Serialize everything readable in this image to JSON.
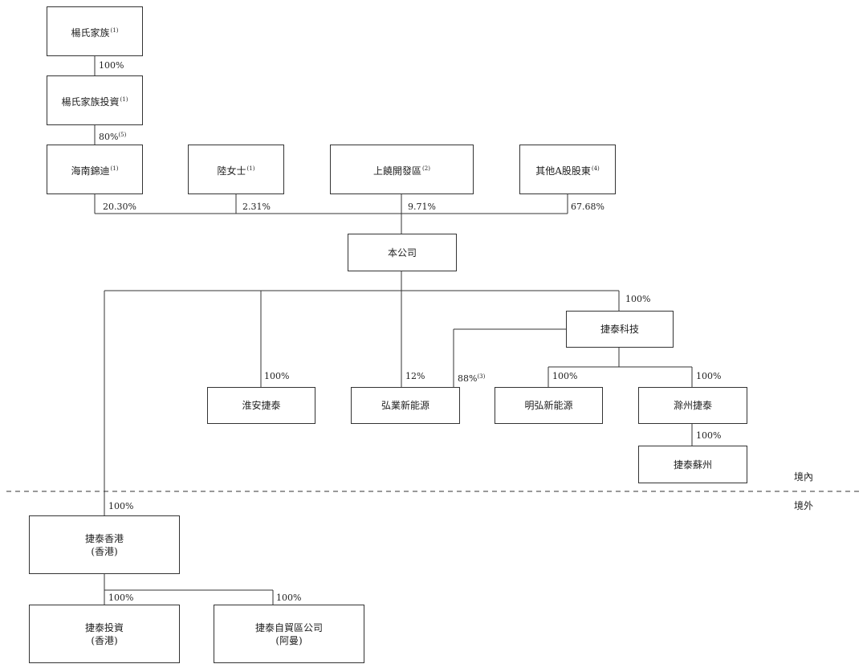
{
  "entities": {
    "yang_family": {
      "name": "楊氏家族",
      "note": "(1)"
    },
    "yang_family_invest": {
      "name": "楊氏家族投資",
      "note": "(1)"
    },
    "hainan_jindi": {
      "name": "海南錦迪",
      "note": "(1)"
    },
    "ms_lu": {
      "name": "陸女士",
      "note": "(1)"
    },
    "shangrao_dev": {
      "name": "上饒開發區",
      "note": "(2)"
    },
    "other_a": {
      "name": "其他A股股東",
      "note": "(4)"
    },
    "company": {
      "name": "本公司"
    },
    "jietai_tech": {
      "name": "捷泰科技"
    },
    "huaian_jietai": {
      "name": "淮安捷泰"
    },
    "hongye": {
      "name": "弘業新能源"
    },
    "minghong": {
      "name": "明弘新能源"
    },
    "chuzhou_jietai": {
      "name": "滁州捷泰"
    },
    "jietai_suzhou": {
      "name": "捷泰蘇州"
    },
    "jietai_hk": {
      "name": "捷泰香港",
      "sub": "(香港)"
    },
    "jietai_invest": {
      "name": "捷泰投資",
      "sub": "(香港)"
    },
    "jietai_ftz": {
      "name": "捷泰自貿區公司",
      "sub": "(阿曼)"
    }
  },
  "percentages": {
    "family_to_invest": "100%",
    "invest_to_hainan": {
      "value": "80%",
      "note": "(5)"
    },
    "hainan_to_company": "20.30%",
    "lu_to_company": "2.31%",
    "shangrao_to_company": "9.71%",
    "other_to_company": "67.68%",
    "company_to_jietai_tech": "100%",
    "company_to_huaian": "100%",
    "company_to_hongye": "12%",
    "tech_to_hongye": {
      "value": "88%",
      "note": "(3)"
    },
    "tech_to_minghong": "100%",
    "tech_to_chuzhou": "100%",
    "chuzhou_to_suzhou": "100%",
    "company_to_hk": "100%",
    "hk_to_invest": "100%",
    "hk_to_ftz": "100%"
  },
  "regions": {
    "domestic": "境內",
    "overseas": "境外"
  }
}
